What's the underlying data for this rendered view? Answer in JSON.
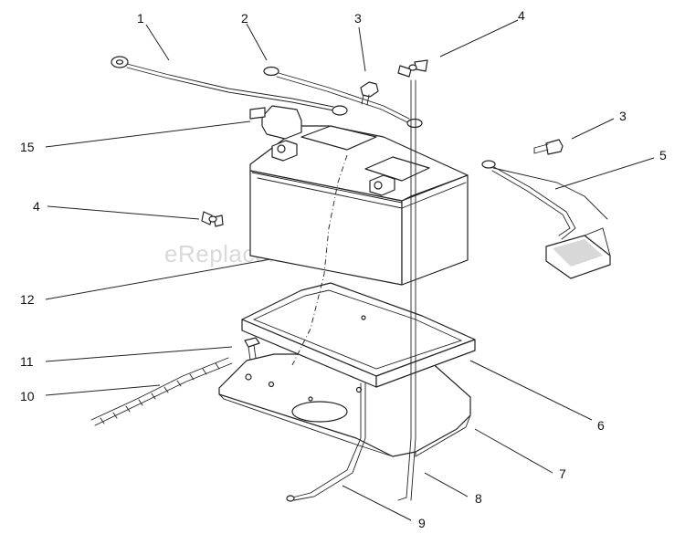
{
  "watermark": "eReplacementParts.com",
  "callouts": [
    {
      "id": "c1",
      "label": "1"
    },
    {
      "id": "c2",
      "label": "2"
    },
    {
      "id": "c3a",
      "label": "3"
    },
    {
      "id": "c4a",
      "label": "4"
    },
    {
      "id": "c3b",
      "label": "3"
    },
    {
      "id": "c5",
      "label": "5"
    },
    {
      "id": "c15",
      "label": "15"
    },
    {
      "id": "c4b",
      "label": "4"
    },
    {
      "id": "c12",
      "label": "12"
    },
    {
      "id": "c11",
      "label": "11"
    },
    {
      "id": "c10",
      "label": "10"
    },
    {
      "id": "c6",
      "label": "6"
    },
    {
      "id": "c7",
      "label": "7"
    },
    {
      "id": "c8",
      "label": "8"
    },
    {
      "id": "c9",
      "label": "9"
    }
  ]
}
